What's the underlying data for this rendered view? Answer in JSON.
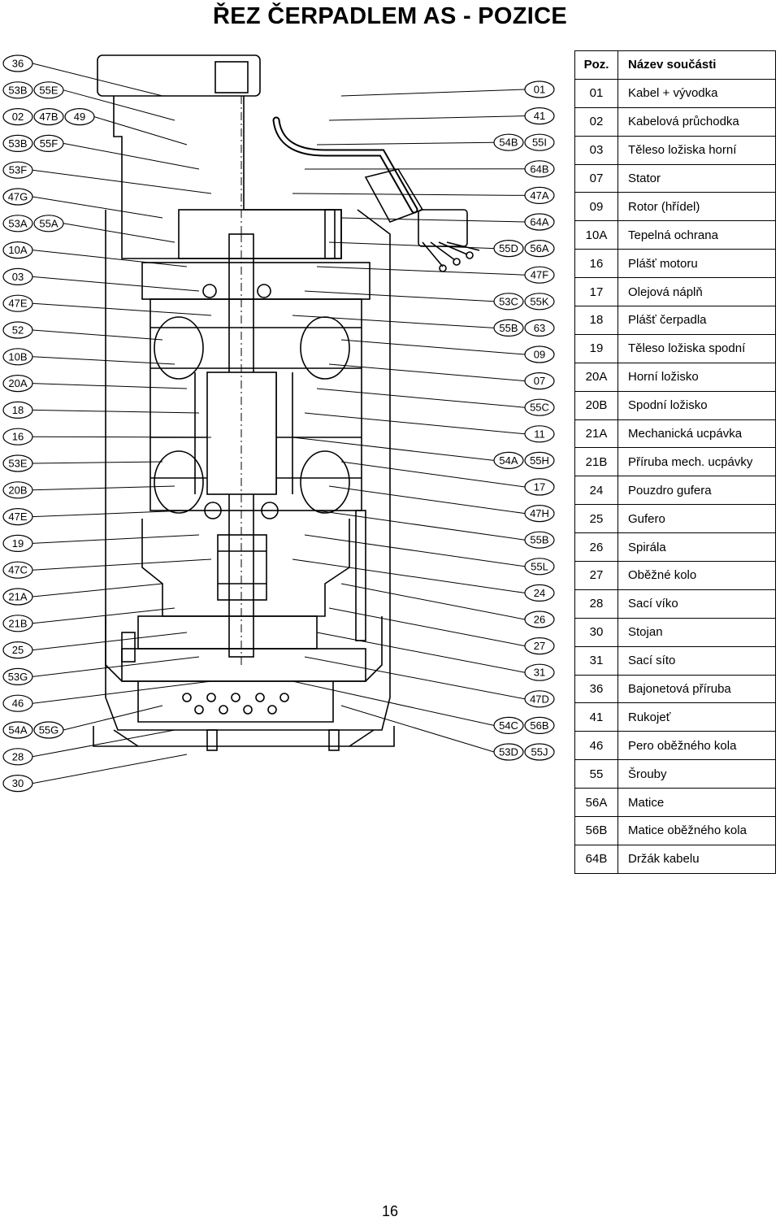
{
  "title": "ŘEZ ČERPADLEM AS - POZICE",
  "page_number": "16",
  "table": {
    "headers": {
      "pos": "Poz.",
      "name": "Název součásti"
    },
    "rows": [
      {
        "pos": "01",
        "name": "Kabel + vývodka"
      },
      {
        "pos": "02",
        "name": "Kabelová průchodka"
      },
      {
        "pos": "03",
        "name": "Těleso ložiska horní"
      },
      {
        "pos": "07",
        "name": "Stator"
      },
      {
        "pos": "09",
        "name": "Rotor (hřídel)"
      },
      {
        "pos": "10A",
        "name": "Tepelná ochrana"
      },
      {
        "pos": "16",
        "name": "Plášť motoru"
      },
      {
        "pos": "17",
        "name": "Olejová náplň"
      },
      {
        "pos": "18",
        "name": "Plášť čerpadla"
      },
      {
        "pos": "19",
        "name": "Těleso ložiska spodní"
      },
      {
        "pos": "20A",
        "name": "Horní ložisko"
      },
      {
        "pos": "20B",
        "name": "Spodní ložisko"
      },
      {
        "pos": "21A",
        "name": "Mechanická ucpávka"
      },
      {
        "pos": "21B",
        "name": "Příruba mech. ucpávky"
      },
      {
        "pos": "24",
        "name": "Pouzdro gufera"
      },
      {
        "pos": "25",
        "name": "Gufero"
      },
      {
        "pos": "26",
        "name": "Spirála"
      },
      {
        "pos": "27",
        "name": "Oběžné kolo"
      },
      {
        "pos": "28",
        "name": "Sací víko"
      },
      {
        "pos": "30",
        "name": "Stojan"
      },
      {
        "pos": "31",
        "name": "Sací síto"
      },
      {
        "pos": "36",
        "name": "Bajonetová příruba"
      },
      {
        "pos": "41",
        "name": "Rukojeť"
      },
      {
        "pos": "46",
        "name": "Pero oběžného kola"
      },
      {
        "pos": "55",
        "name": "Šrouby"
      },
      {
        "pos": "56A",
        "name": "Matice"
      },
      {
        "pos": "56B",
        "name": "Matice oběžného kola"
      },
      {
        "pos": "64B",
        "name": "Držák kabelu"
      }
    ]
  },
  "diagram": {
    "left_callouts": [
      [
        "36"
      ],
      [
        "53B",
        "55E"
      ],
      [
        "02",
        "47B",
        "49"
      ],
      [
        "53B",
        "55F"
      ],
      [
        "53F"
      ],
      [
        "47G"
      ],
      [
        "53A",
        "55A"
      ],
      [
        "10A"
      ],
      [
        "03"
      ],
      [
        "47E"
      ],
      [
        "52"
      ],
      [
        "10B"
      ],
      [
        "20A"
      ],
      [
        "18"
      ],
      [
        "16"
      ],
      [
        "53E"
      ],
      [
        "20B"
      ],
      [
        "47E"
      ],
      [
        "19"
      ],
      [
        "47C"
      ],
      [
        "21A"
      ],
      [
        "21B"
      ],
      [
        "25"
      ],
      [
        "53G"
      ],
      [
        "46"
      ],
      [
        "54A",
        "55G"
      ],
      [
        "28"
      ],
      [
        "30"
      ]
    ],
    "right_callouts": [
      [
        "01"
      ],
      [
        "41"
      ],
      [
        "54B",
        "55I"
      ],
      [
        "64B"
      ],
      [
        "47A"
      ],
      [
        "64A"
      ],
      [
        "55D",
        "56A"
      ],
      [
        "47F"
      ],
      [
        "53C",
        "55K"
      ],
      [
        "55B",
        "63"
      ],
      [
        "09"
      ],
      [
        "07"
      ],
      [
        "55C"
      ],
      [
        "11"
      ],
      [
        "54A",
        "55H"
      ],
      [
        "17"
      ],
      [
        "47H"
      ],
      [
        "55B"
      ],
      [
        "55L"
      ],
      [
        "24"
      ],
      [
        "26"
      ],
      [
        "27"
      ],
      [
        "31"
      ],
      [
        "47D"
      ],
      [
        "54C",
        "56B"
      ],
      [
        "53D",
        "55J"
      ]
    ]
  },
  "colors": {
    "line": "#000000",
    "background": "#ffffff"
  }
}
